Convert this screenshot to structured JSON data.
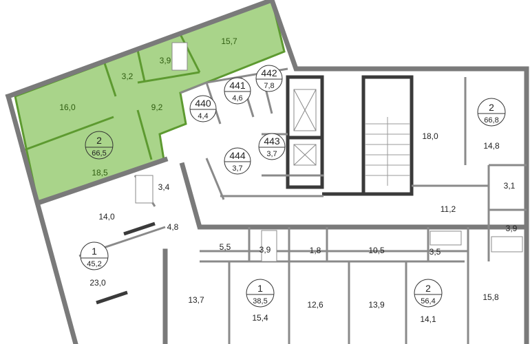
{
  "highlight_color": "#a9d48a",
  "highlight_wall_color": "#5d9a30",
  "units": [
    {
      "id": "unit-selected",
      "rooms": "2",
      "area": "66,5"
    },
    {
      "id": "unit-top-right",
      "rooms": "2",
      "area": "66,8"
    },
    {
      "id": "unit-left",
      "rooms": "1",
      "area": "45,2"
    },
    {
      "id": "unit-bottom-mid",
      "rooms": "1",
      "area": "38,5"
    },
    {
      "id": "unit-bottom-right",
      "rooms": "2",
      "area": "56,4"
    }
  ],
  "storage": [
    {
      "num": "440",
      "area": "4,4"
    },
    {
      "num": "441",
      "area": "4,6"
    },
    {
      "num": "442",
      "area": "7,8"
    },
    {
      "num": "443",
      "area": "3,7"
    },
    {
      "num": "444",
      "area": "3,7"
    }
  ],
  "selected_rooms": [
    "15,7",
    "3,9",
    "3,2",
    "16,0",
    "9,2",
    "18,5"
  ],
  "rooms": [
    "3,4",
    "14,0",
    "4,8",
    "23,0",
    "5,5",
    "3,9",
    "1,8",
    "10,5",
    "3,5",
    "11,2",
    "3,1",
    "3,9",
    "18,0",
    "14,8",
    "13,7",
    "15,4",
    "12,6",
    "13,9",
    "14,1",
    "15,8"
  ]
}
